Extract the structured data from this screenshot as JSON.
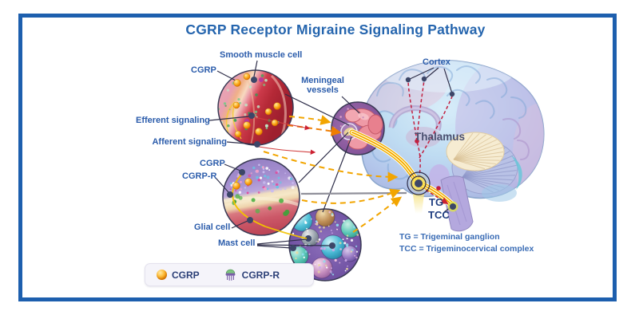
{
  "title": "CGRP Receptor Migraine Signaling Pathway",
  "labels": {
    "smooth_muscle_cell": "Smooth muscle cell",
    "cgrp_vessel": "CGRP",
    "meningeal_vessels": "Meningeal vessels",
    "cortex": "Cortex",
    "efferent_signaling": "Efferent signaling",
    "afferent_signaling": "Afferent signaling",
    "thalamus": "Thalamus",
    "cgrp_neural": "CGRP",
    "cgrp_receptor": "CGRP-R",
    "glial_cell": "Glial cell",
    "mast_cell": "Mast cell",
    "tg": "TG",
    "tcc": "TCC"
  },
  "definitions": {
    "tg": "TG = Trigeminal ganglion",
    "tcc": "TCC = Trigeminocervical complex"
  },
  "legend": {
    "items": [
      {
        "icon": "cgrp-ball-icon",
        "label": "CGRP"
      },
      {
        "icon": "cgrp-receptor-icon",
        "label": "CGRP-R"
      }
    ]
  },
  "colors": {
    "frame_blue": "#1d5fae",
    "title_blue": "#2565ae",
    "label_blue": "#2b5cab",
    "cgrp_orange": "#f28a00",
    "pathway_yellow": "#f2b200",
    "signal_red": "#c22040"
  }
}
